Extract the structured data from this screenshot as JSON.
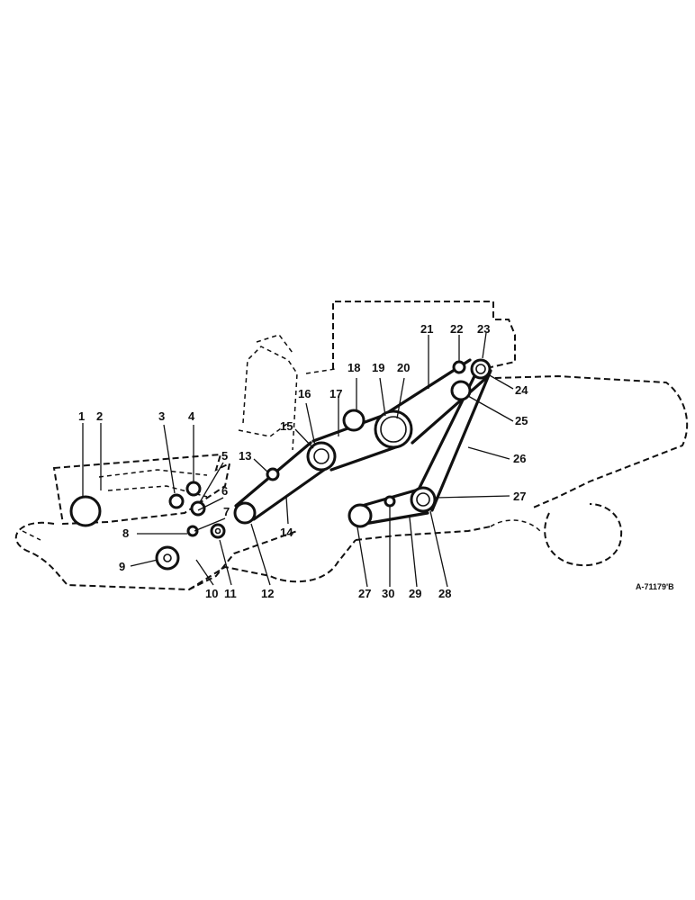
{
  "diagram": {
    "callouts": [
      "1",
      "2",
      "3",
      "4",
      "5",
      "6",
      "7",
      "8",
      "9",
      "10",
      "11",
      "12",
      "13",
      "14",
      "15",
      "16",
      "17",
      "18",
      "19",
      "20",
      "21",
      "22",
      "23",
      "24",
      "25",
      "26",
      "27",
      "27",
      "30",
      "29",
      "28"
    ],
    "drawing_code": "A-71179'B"
  }
}
